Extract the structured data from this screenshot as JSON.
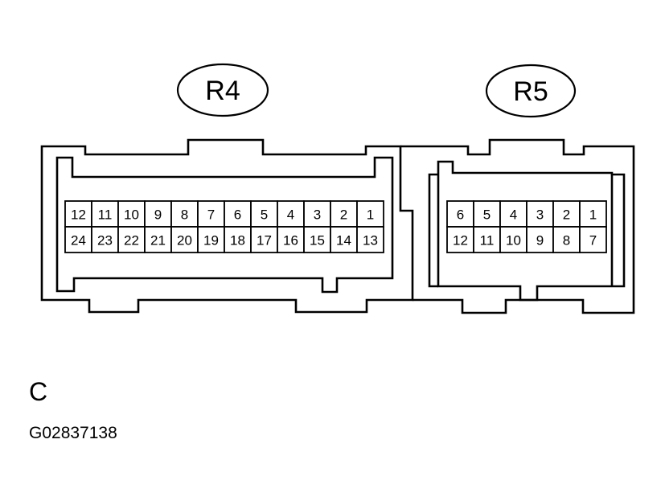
{
  "connectors": [
    {
      "id": "R4",
      "label": "R4",
      "rows": [
        [
          "12",
          "11",
          "10",
          "9",
          "8",
          "7",
          "6",
          "5",
          "4",
          "3",
          "2",
          "1"
        ],
        [
          "24",
          "23",
          "22",
          "21",
          "20",
          "19",
          "18",
          "17",
          "16",
          "15",
          "14",
          "13"
        ]
      ]
    },
    {
      "id": "R5",
      "label": "R5",
      "rows": [
        [
          "6",
          "5",
          "4",
          "3",
          "2",
          "1"
        ],
        [
          "12",
          "11",
          "10",
          "9",
          "8",
          "7"
        ]
      ]
    }
  ],
  "view_label": "C",
  "figure_code": "G02837138"
}
